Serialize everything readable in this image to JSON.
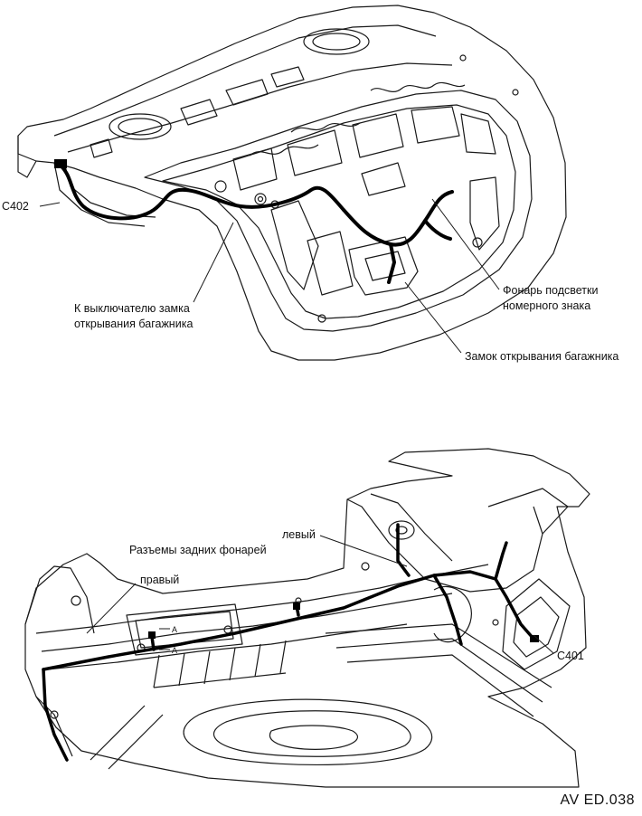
{
  "labels": {
    "c402": "C402",
    "trunk_switch_line1": "К выключателю замка",
    "trunk_switch_line2": "открывания багажника",
    "plate_lamp_line1": "Фонарь подсветки",
    "plate_lamp_line2": "номерного знака",
    "trunk_lock": "Замок открывания багажника",
    "left": "левый",
    "rear_lamp_connectors": "Разъемы задних фонарей",
    "right": "правый",
    "c401": "C401",
    "marker_a1": "A",
    "marker_a2": "A"
  },
  "figure_code": "AV ED.038",
  "colors": {
    "line": "#1a1a1a",
    "harness": "#000000",
    "background": "#ffffff"
  }
}
